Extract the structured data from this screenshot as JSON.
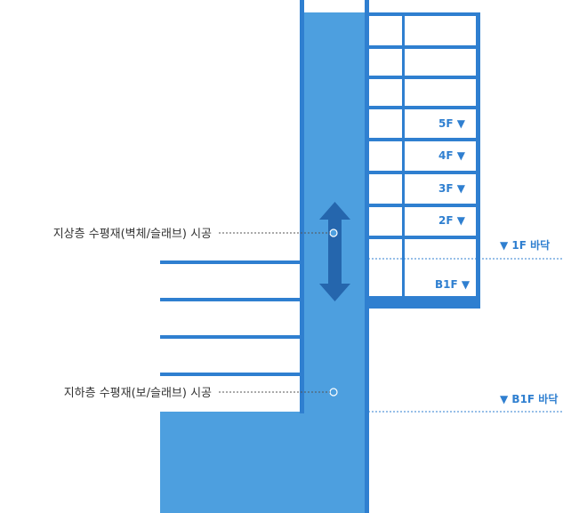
{
  "labels": {
    "upper_work": "지상층 수평재(벽체/슬래브) 시공",
    "lower_work": "지하층 수평재(보/슬래브) 시공"
  },
  "floors": [
    "5F",
    "4F",
    "3F",
    "2F",
    "B1F"
  ],
  "levels": {
    "ground_floor": "1F 바닥",
    "basement_floor": "B1F 바닥"
  },
  "marker": "▼",
  "colors": {
    "core_fill": "#4d9fdf",
    "frame": "#2f7fd0",
    "arrow": "#2566ad",
    "text": "#333333"
  }
}
